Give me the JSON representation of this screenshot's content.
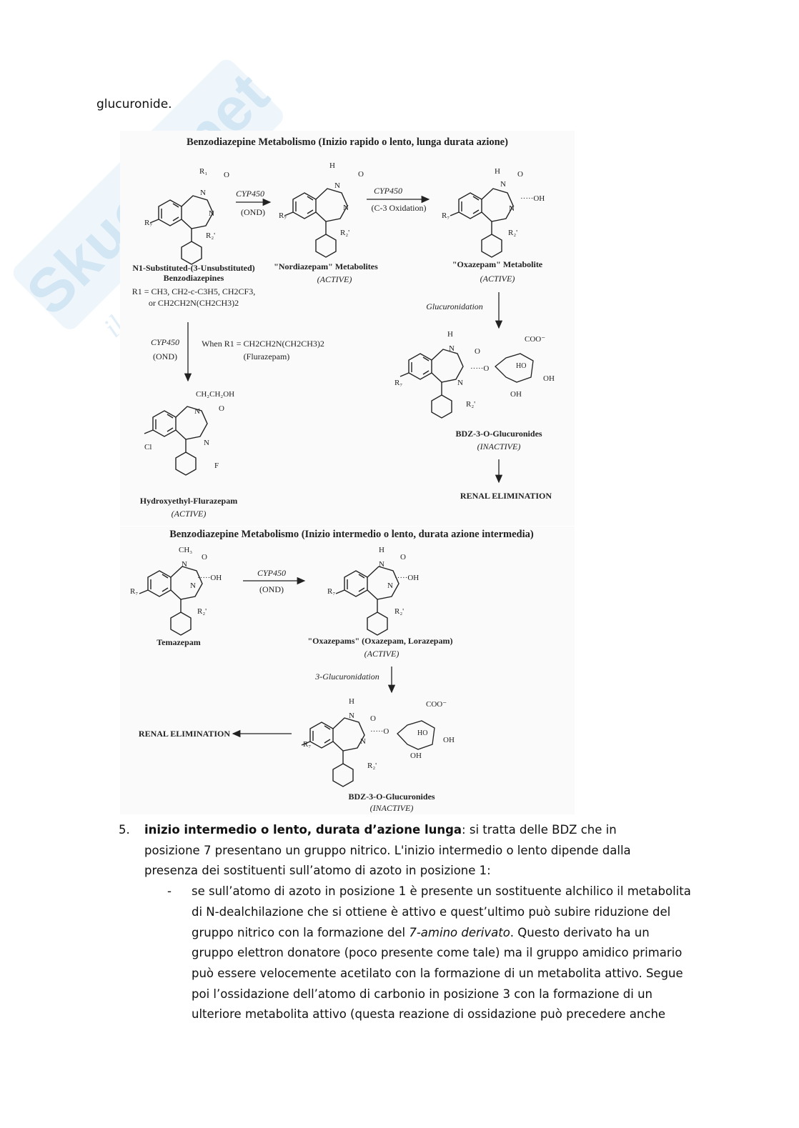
{
  "watermark": {
    "brand": "Skuola.net",
    "tagline": "il portale dello studente"
  },
  "lead_text": "glucuronide.",
  "figure1": {
    "title": "Benzodiazepine Metabolismo (Inizio rapido o lento, lunga durata azione)",
    "reagent1": "CYP450",
    "reagent1_cond": "(OND)",
    "reagent2": "CYP450",
    "reagent2_cond": "(C-3 Oxidation)",
    "compound1_name": "N1-Substituted-(3-Unsubstituted)",
    "compound1_name2": "Benzodiazepines",
    "compound1_r1": "R1 = CH3, CH2-c-C3H5, CH2CF3,",
    "compound1_r1b": "or CH2CH2N(CH2CH3)2",
    "compound2_name": "\"Nordiazepam\" Metabolites",
    "compound2_status": "(ACTIVE)",
    "compound3_name": "\"Oxazepam\" Metabolite",
    "compound3_status": "(ACTIVE)",
    "glucuronidation": "Glucuronidation",
    "reagent3": "CYP450",
    "reagent3_cond": "(OND)",
    "when_text": "When R1 = CH2CH2N(CH2CH3)2",
    "when_text2": "(Flurazepam)",
    "compound4_name": "Hydroxyethyl-Flurazepam",
    "compound4_status": "(ACTIVE)",
    "compound5_name": "BDZ-3-O-Glucuronides",
    "compound5_status": "(INACTIVE)",
    "renal": "RENAL ELIMINATION"
  },
  "figure2": {
    "title": "Benzodiazepine Metabolismo (Inizio intermedio o lento, durata azione intermedia)",
    "reagent1": "CYP450",
    "reagent1_cond": "(OND)",
    "compound1_name": "Temazepam",
    "compound2_name": "\"Oxazepams\" (Oxazepam, Lorazepam)",
    "compound2_status": "(ACTIVE)",
    "glucuronidation": "3-Glucuronidation",
    "renal": "RENAL ELIMINATION",
    "compound3_name": "BDZ-3-O-Glucuronides",
    "compound3_status": "(INACTIVE)"
  },
  "item5": {
    "number": "5.",
    "bold": "inizio intermedio o lento, durata d’azione lunga",
    "text": ": si tratta delle BDZ che in posizione 7 presentano un gruppo nitrico. L'inizio intermedio o lento dipende dalla presenza dei sostituenti sull’atomo di azoto in posizione 1:"
  },
  "bullet1": {
    "dash": "-",
    "text_a": "se sull’atomo di azoto in posizione 1 è presente un sostituente alchilico il metabolita di N-dealchilazione che si ottiene è attivo e quest’ultimo può subire riduzione del gruppo nitrico con la formazione del ",
    "italic": "7-amino derivato",
    "text_b": ". Questo derivato ha un gruppo elettron donatore (poco presente come tale) ma il gruppo amidico primario può essere velocemente acetilato con la formazione di un metabolita attivo. Segue poi l’ossidazione dell’atomo di carbonio in posizione 3 con la formazione di un ulteriore metabolita attivo (questa reazione di ossidazione può precedere anche"
  }
}
